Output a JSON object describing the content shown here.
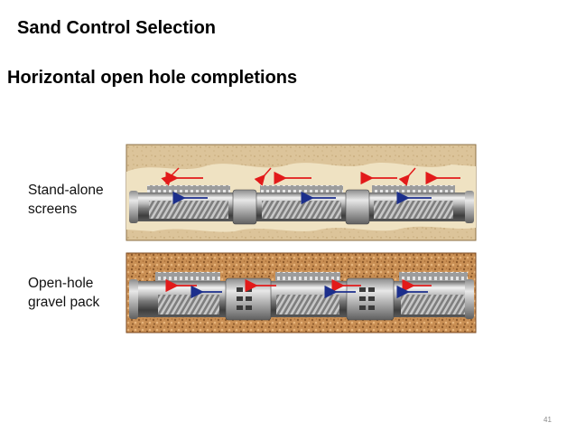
{
  "title": "Sand Control Selection",
  "subtitle": "Horizontal open hole completions",
  "panels": [
    {
      "label_lines": [
        "Stand-alone",
        "screens"
      ]
    },
    {
      "label_lines": [
        "Open-hole",
        "gravel pack"
      ]
    }
  ],
  "page_number": "41",
  "colors": {
    "formation_sand": "#dcc49a",
    "hole_fill": "#ecdcb6",
    "gravel": "#c98f54",
    "pipe_light": "#e6e6e6",
    "pipe_dark": "#4a4a4a",
    "flow_in_arrow": "#e21a1a",
    "flow_inside_arrow": "#1c2f8c"
  }
}
